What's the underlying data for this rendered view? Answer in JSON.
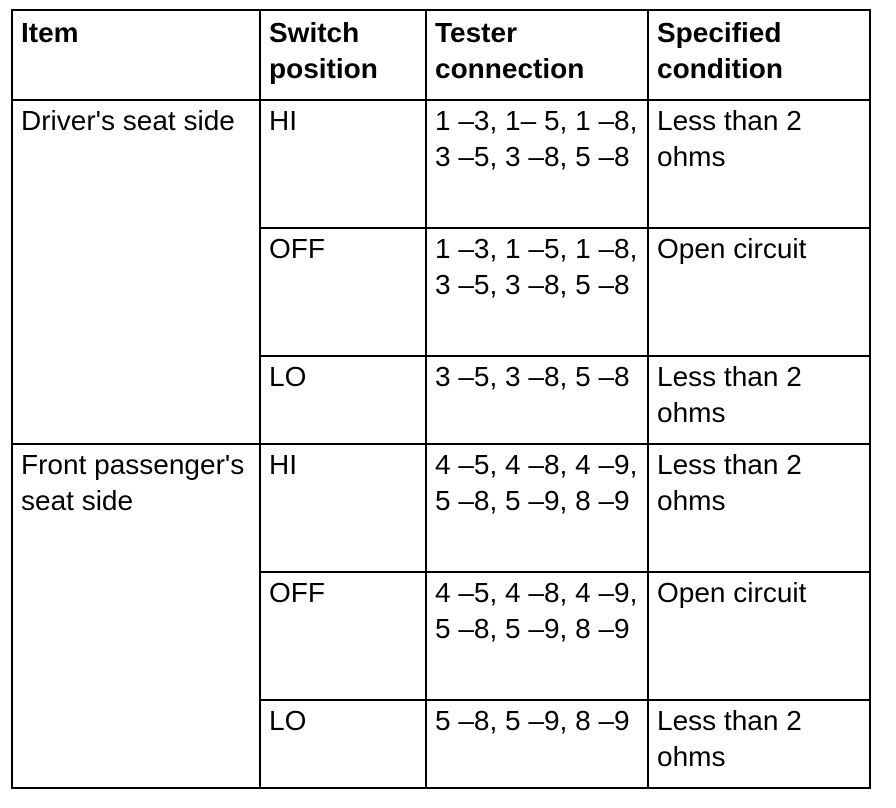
{
  "table": {
    "headers": [
      "Item",
      "Switch position",
      "Tester connection",
      "Specified condition"
    ],
    "groups": [
      {
        "item": "Driver's seat side",
        "rows": [
          {
            "switch": "HI",
            "tester": "1 –3, 1– 5, 1 –8, 3 –5, 3 –8, 5 –8",
            "condition": "Less than 2 ohms"
          },
          {
            "switch": "OFF",
            "tester": "1 –3, 1 –5, 1 –8, 3 –5, 3 –8, 5 –8",
            "condition": "Open circuit"
          },
          {
            "switch": "LO",
            "tester": "3 –5, 3 –8, 5 –8",
            "condition": "Less than 2 ohms"
          }
        ]
      },
      {
        "item": "Front passenger's seat side",
        "rows": [
          {
            "switch": "HI",
            "tester": "4 –5, 4 –8, 4 –9, 5 –8, 5 –9, 8 –9",
            "condition": "Less than 2 ohms"
          },
          {
            "switch": "OFF",
            "tester": "4 –5, 4 –8, 4 –9, 5 –8, 5 –9, 8 –9",
            "condition": "Open circuit"
          },
          {
            "switch": "LO",
            "tester": "5 –8, 5 –9, 8 –9",
            "condition": "Less than 2 ohms"
          }
        ]
      }
    ]
  }
}
